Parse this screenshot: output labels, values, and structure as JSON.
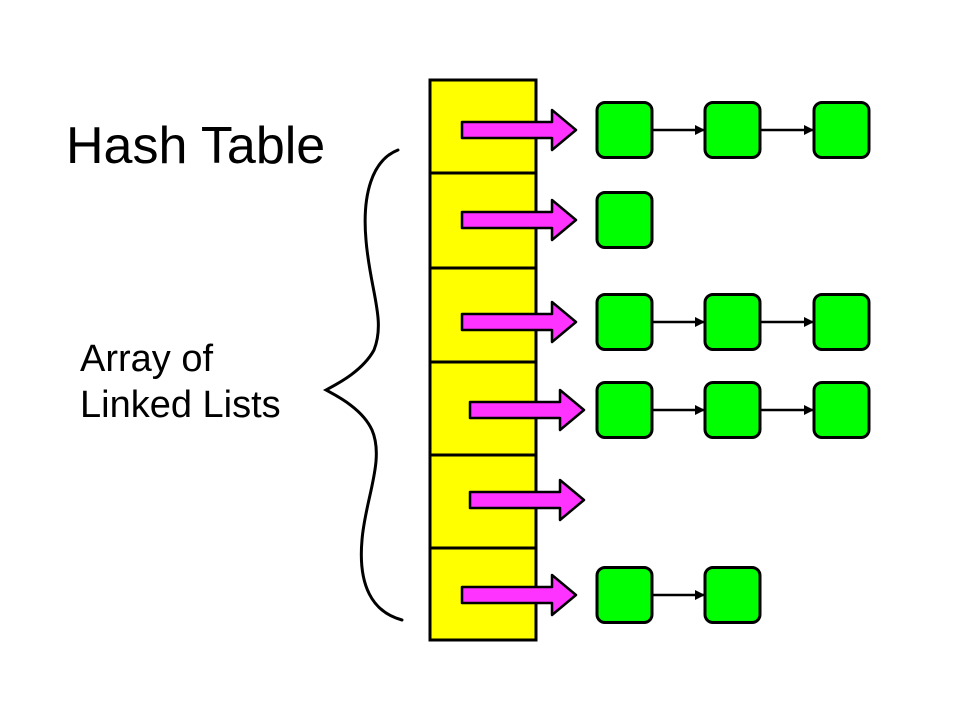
{
  "labels": {
    "title": "Hash Table",
    "subtitle_line1": "Array of",
    "subtitle_line2": "Linked Lists"
  },
  "colors": {
    "bucket_fill": "#ffff00",
    "arrow_fill": "#ff33ff",
    "node_fill": "#00ff00",
    "stroke": "#000000"
  },
  "buckets": [
    {
      "node_count": 3
    },
    {
      "node_count": 1
    },
    {
      "node_count": 3
    },
    {
      "node_count": 3
    },
    {
      "node_count": 0
    },
    {
      "node_count": 2
    }
  ]
}
